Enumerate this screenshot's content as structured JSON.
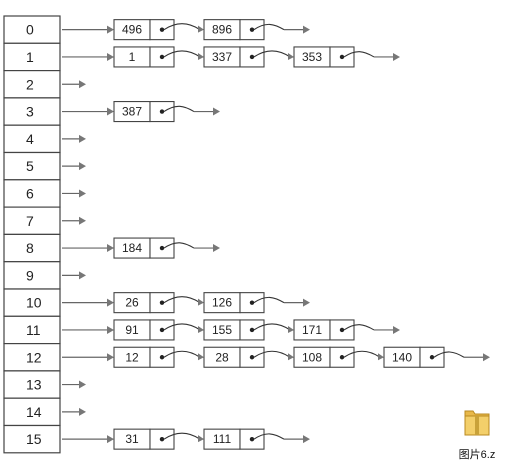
{
  "buckets": [
    {
      "index": "0",
      "chain": [
        "496",
        "896"
      ]
    },
    {
      "index": "1",
      "chain": [
        "1",
        "337",
        "353"
      ]
    },
    {
      "index": "2",
      "chain": []
    },
    {
      "index": "3",
      "chain": [
        "387"
      ]
    },
    {
      "index": "4",
      "chain": []
    },
    {
      "index": "5",
      "chain": []
    },
    {
      "index": "6",
      "chain": []
    },
    {
      "index": "7",
      "chain": []
    },
    {
      "index": "8",
      "chain": [
        "184"
      ]
    },
    {
      "index": "9",
      "chain": []
    },
    {
      "index": "10",
      "chain": [
        "26",
        "126"
      ]
    },
    {
      "index": "11",
      "chain": [
        "91",
        "155",
        "171"
      ]
    },
    {
      "index": "12",
      "chain": [
        "12",
        "28",
        "108",
        "140"
      ]
    },
    {
      "index": "13",
      "chain": []
    },
    {
      "index": "14",
      "chain": []
    },
    {
      "index": "15",
      "chain": [
        "31",
        "111"
      ]
    }
  ],
  "file_icon": {
    "label": "图片6.z",
    "icon": "folder-file-icon"
  }
}
